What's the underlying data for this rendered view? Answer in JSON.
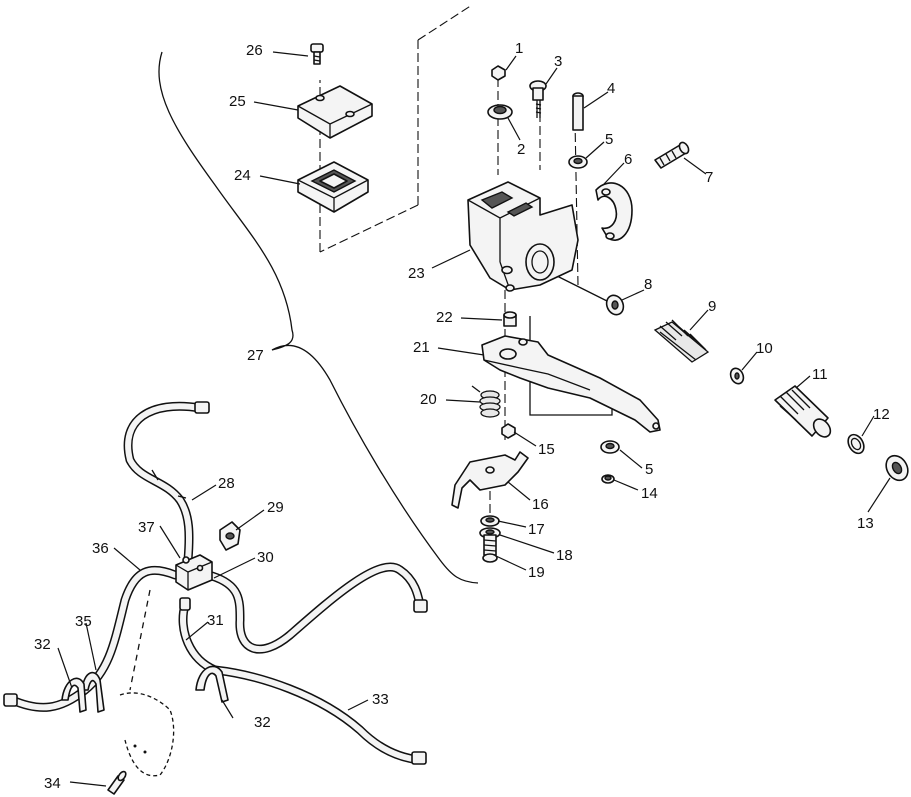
{
  "callouts": [
    {
      "id": "1",
      "text": "1"
    },
    {
      "id": "2",
      "text": "2"
    },
    {
      "id": "3",
      "text": "3"
    },
    {
      "id": "4",
      "text": "4"
    },
    {
      "id": "5a",
      "text": "5"
    },
    {
      "id": "5b",
      "text": "5"
    },
    {
      "id": "6",
      "text": "6"
    },
    {
      "id": "7",
      "text": "7"
    },
    {
      "id": "8",
      "text": "8"
    },
    {
      "id": "9",
      "text": "9"
    },
    {
      "id": "10",
      "text": "10"
    },
    {
      "id": "11",
      "text": "11"
    },
    {
      "id": "12",
      "text": "12"
    },
    {
      "id": "13",
      "text": "13"
    },
    {
      "id": "14",
      "text": "14"
    },
    {
      "id": "15",
      "text": "15"
    },
    {
      "id": "16",
      "text": "16"
    },
    {
      "id": "17",
      "text": "17"
    },
    {
      "id": "18",
      "text": "18"
    },
    {
      "id": "19",
      "text": "19"
    },
    {
      "id": "20",
      "text": "20"
    },
    {
      "id": "21",
      "text": "21"
    },
    {
      "id": "22",
      "text": "22"
    },
    {
      "id": "23",
      "text": "23"
    },
    {
      "id": "24",
      "text": "24"
    },
    {
      "id": "25",
      "text": "25"
    },
    {
      "id": "26",
      "text": "26"
    },
    {
      "id": "27",
      "text": "27"
    },
    {
      "id": "28",
      "text": "28"
    },
    {
      "id": "29",
      "text": "29"
    },
    {
      "id": "30",
      "text": "30"
    },
    {
      "id": "31",
      "text": "31"
    },
    {
      "id": "32a",
      "text": "32"
    },
    {
      "id": "32b",
      "text": "32"
    },
    {
      "id": "33",
      "text": "33"
    },
    {
      "id": "34",
      "text": "34"
    },
    {
      "id": "35",
      "text": "35"
    },
    {
      "id": "36",
      "text": "36"
    },
    {
      "id": "37",
      "text": "37"
    }
  ]
}
